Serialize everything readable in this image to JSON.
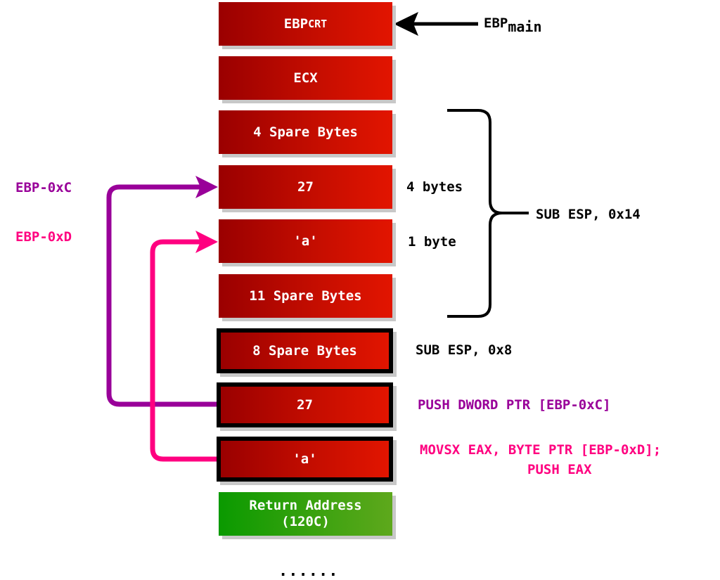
{
  "stack_blocks": [
    {
      "label": "EBP",
      "subscript": "CRT"
    },
    {
      "label": "ECX"
    },
    {
      "label": "4 Spare Bytes"
    },
    {
      "label": "27"
    },
    {
      "label": "'a'"
    },
    {
      "label": "11 Spare Bytes"
    },
    {
      "label": "8 Spare Bytes"
    },
    {
      "label": "27"
    },
    {
      "label": "'a'"
    },
    {
      "label": "Return Address",
      "label_line2": "(120C)"
    }
  ],
  "ebp_main": {
    "label": "EBP",
    "subscript": "main"
  },
  "side_labels": {
    "four_bytes": "4 bytes",
    "one_byte": "1 byte",
    "sub_esp_14": "SUB ESP, 0x14",
    "sub_esp_8": "SUB ESP, 0x8",
    "push_dword": "PUSH DWORD PTR [EBP-0xC]",
    "movsx_line1": "MOVSX EAX, BYTE PTR [EBP-0xD];",
    "movsx_line2": "PUSH EAX"
  },
  "left_labels": {
    "ebp_0xc": "EBP-0xC",
    "ebp_0xd": "EBP-0xD"
  },
  "ellipsis": "......",
  "colors": {
    "block_red_dark": "#9a0000",
    "block_red_light": "#e21500",
    "block_green_dark": "#0a9a00",
    "block_green_light": "#5ea81c",
    "purple": "#990099",
    "pink": "#ff0080",
    "black": "#000000"
  }
}
